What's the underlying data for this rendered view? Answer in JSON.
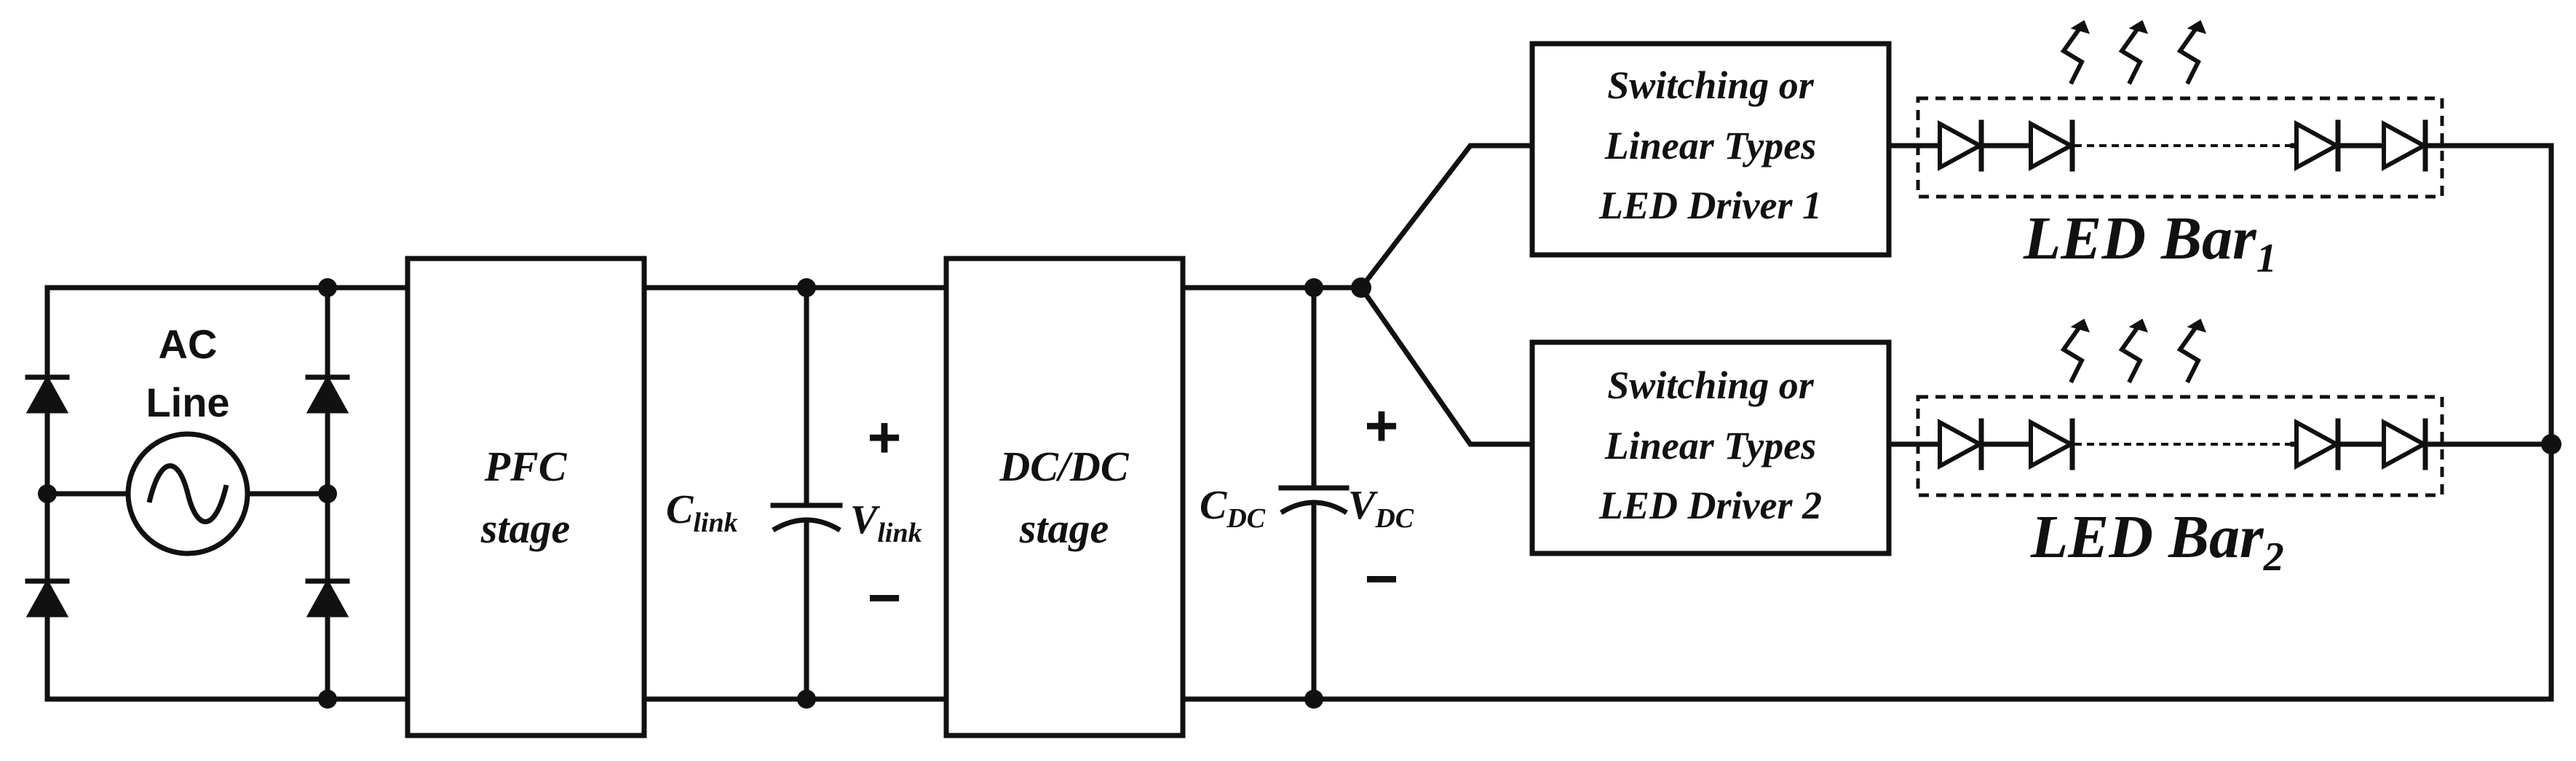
{
  "source": {
    "label_line1": "AC",
    "label_line2": "Line"
  },
  "pfc": {
    "line1": "PFC",
    "line2": "stage"
  },
  "dcdc": {
    "line1": "DC/DC",
    "line2": "stage"
  },
  "c_link": {
    "base": "C",
    "sub": "link"
  },
  "v_link": {
    "base": "V",
    "sub": "link",
    "plus": "+",
    "minus": "−"
  },
  "c_dc": {
    "base": "C",
    "sub": "DC"
  },
  "v_dc": {
    "base": "V",
    "sub": "DC",
    "plus": "+",
    "minus": "−"
  },
  "driver1": {
    "line1": "Switching  or",
    "line2": "Linear Types",
    "line3": "LED Driver 1"
  },
  "driver2": {
    "line1": "Switching  or",
    "line2": "Linear Types",
    "line3": "LED Driver 2"
  },
  "led_bar1": {
    "base": "LED Bar",
    "sub": "1"
  },
  "led_bar2": {
    "base": "LED Bar",
    "sub": "2"
  }
}
